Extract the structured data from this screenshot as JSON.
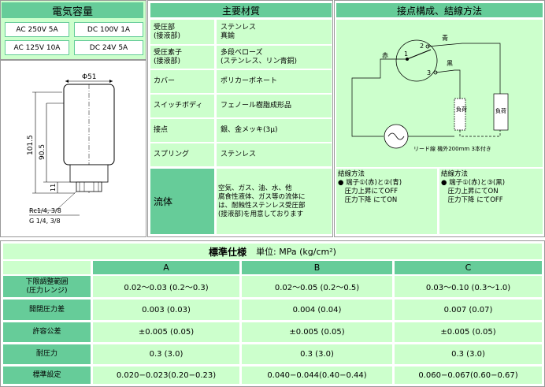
{
  "capacity": {
    "title": "電気容量",
    "items": [
      "AC 250V 5A",
      "DC 100V 1A",
      "AC 125V 10A",
      "DC 24V 5A"
    ]
  },
  "drawing": {
    "dia": "Φ51",
    "h1": "101.5",
    "h2": "90.5",
    "h3": "11",
    "port1": "Rc1/4, 3/8",
    "port2": "G 1/4, 3/8"
  },
  "materials": {
    "title": "主要材質",
    "rows": [
      {
        "label": "受圧部\n(接液部)",
        "value": "ステンレス\n真鍮"
      },
      {
        "label": "受圧素子\n(接液部)",
        "value": "多段ベローズ\n(ステンレス、リン青銅)"
      },
      {
        "label": "カバー",
        "value": "ポリカーボネート"
      },
      {
        "label": "スイッチボディ",
        "value": "フェノール樹脂成形品"
      },
      {
        "label": "接点",
        "value": "銀、金メッキ(3μ)"
      },
      {
        "label": "スプリング",
        "value": "ステンレス"
      }
    ],
    "fluid_label": "流体",
    "fluid_value": "空気、ガス、油、水、他\n腐食性液体、ガス等の流体に\nは、耐蝕性ステンレス受圧部\n(接液部)を用意しております"
  },
  "wiring": {
    "title": "接点構成、結線方法",
    "red": "赤",
    "blue": "青",
    "black": "黒",
    "t1": "1",
    "t2": "2",
    "t3": "3",
    "load": "負荷",
    "lead": "リード線 機外200mm 3本付き",
    "method1": {
      "title": "結線方法",
      "lines": [
        "● 端子①(赤)と②(青)",
        "　圧力上昇にてOFF",
        "　圧力下降 にてON"
      ]
    },
    "method2": {
      "title": "結線方法",
      "lines": [
        "● 端子①(赤)と③(黒)",
        "　圧力上昇にてON",
        "　圧力下降 にてOFF"
      ]
    }
  },
  "spec": {
    "title": "標準仕様",
    "unit": "単位: MPa (kg/cm²)",
    "columns": [
      "A",
      "B",
      "C"
    ],
    "rows": [
      {
        "label": "下限調整範囲\n(圧力レンジ)",
        "values": [
          "0.02〜0.03 (0.2〜0.3)",
          "0.02〜0.05 (0.2〜0.5)",
          "0.03〜0.10 (0.3〜1.0)"
        ]
      },
      {
        "label": "開閉圧力差",
        "values": [
          "0.003 (0.03)",
          "0.004 (0.04)",
          "0.007 (0.07)"
        ]
      },
      {
        "label": "許容公差",
        "values": [
          "±0.005 (0.05)",
          "±0.005 (0.05)",
          "±0.005 (0.05)"
        ]
      },
      {
        "label": "耐圧力",
        "values": [
          "0.3 (3.0)",
          "0.3 (3.0)",
          "0.3 (3.0)"
        ]
      },
      {
        "label": "標準設定",
        "values": [
          "0.020−0.023(0.20−0.23)",
          "0.040−0.044(0.40−0.44)",
          "0.060−0.067(0.60−0.67)"
        ]
      }
    ]
  }
}
